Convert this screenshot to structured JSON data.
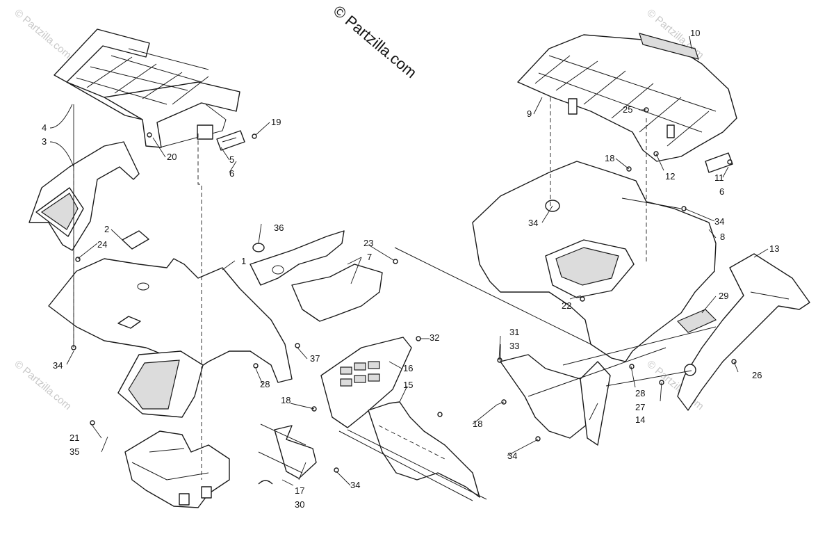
{
  "watermark": {
    "brand": "© Partzilla.com",
    "tile": "© Partzilla.com"
  },
  "callouts": [
    {
      "id": "c1",
      "label": "1"
    },
    {
      "id": "c2",
      "label": "2"
    },
    {
      "id": "c3",
      "label": "3"
    },
    {
      "id": "c4",
      "label": "4"
    },
    {
      "id": "c5",
      "label": "5"
    },
    {
      "id": "c6a",
      "label": "6"
    },
    {
      "id": "c6b",
      "label": "6"
    },
    {
      "id": "c7",
      "label": "7"
    },
    {
      "id": "c8",
      "label": "8"
    },
    {
      "id": "c9",
      "label": "9"
    },
    {
      "id": "c10",
      "label": "10"
    },
    {
      "id": "c11",
      "label": "11"
    },
    {
      "id": "c12",
      "label": "12"
    },
    {
      "id": "c13",
      "label": "13"
    },
    {
      "id": "c14",
      "label": "14"
    },
    {
      "id": "c15",
      "label": "15"
    },
    {
      "id": "c16",
      "label": "16"
    },
    {
      "id": "c17",
      "label": "17"
    },
    {
      "id": "c18a",
      "label": "18"
    },
    {
      "id": "c18b",
      "label": "18"
    },
    {
      "id": "c18c",
      "label": "18"
    },
    {
      "id": "c19",
      "label": "19"
    },
    {
      "id": "c20",
      "label": "20"
    },
    {
      "id": "c21",
      "label": "21"
    },
    {
      "id": "c22",
      "label": "22"
    },
    {
      "id": "c23",
      "label": "23"
    },
    {
      "id": "c24",
      "label": "24"
    },
    {
      "id": "c25",
      "label": "25"
    },
    {
      "id": "c26",
      "label": "26"
    },
    {
      "id": "c27",
      "label": "27"
    },
    {
      "id": "c28a",
      "label": "28"
    },
    {
      "id": "c28b",
      "label": "28"
    },
    {
      "id": "c29",
      "label": "29"
    },
    {
      "id": "c30",
      "label": "30"
    },
    {
      "id": "c31",
      "label": "31"
    },
    {
      "id": "c32",
      "label": "32"
    },
    {
      "id": "c33",
      "label": "33"
    },
    {
      "id": "c34a",
      "label": "34"
    },
    {
      "id": "c34b",
      "label": "34"
    },
    {
      "id": "c34c",
      "label": "34"
    },
    {
      "id": "c34d",
      "label": "34"
    },
    {
      "id": "c34e",
      "label": "34"
    },
    {
      "id": "c35",
      "label": "35"
    },
    {
      "id": "c36",
      "label": "36"
    },
    {
      "id": "c37",
      "label": "37"
    }
  ]
}
